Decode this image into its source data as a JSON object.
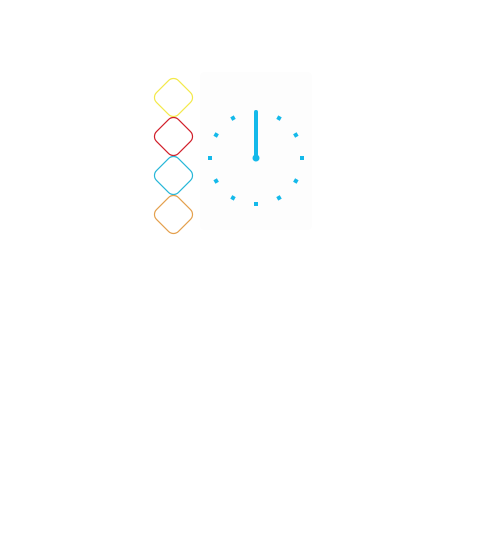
{
  "color_swatches": [
    {
      "name": "yellow",
      "color": "#f3e94a"
    },
    {
      "name": "red",
      "color": "#d11f2a"
    },
    {
      "name": "cyan",
      "color": "#27b7d8"
    },
    {
      "name": "orange",
      "color": "#e4a04d"
    }
  ],
  "clock": {
    "accent_color": "#14b9ea",
    "hour_marks": 12,
    "time": "12:00"
  }
}
